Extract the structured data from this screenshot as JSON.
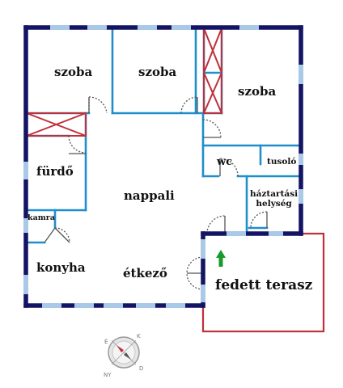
{
  "rooms": {
    "szoba_1": "szoba",
    "szoba_2": "szoba",
    "szoba_3": "szoba",
    "furdo": "fürdő",
    "wc": "wc",
    "tusolo": "tusoló",
    "haztartasi": "háztartási helység",
    "haztartasi_line1": "háztartási",
    "haztartasi_line2": "helység",
    "nappali": "nappali",
    "kamra": "kamra",
    "konyha": "konyha",
    "etkezo": "étkező",
    "terasz": "fedett terasz"
  },
  "compass": {
    "n": "É",
    "s": "D",
    "e": "K",
    "w": "NY"
  },
  "colors": {
    "outer_wall": "#141464",
    "inner_wall": "#1e8fcc",
    "window": "#a9c9e6",
    "shaft": "#c0303a",
    "terrace": "#c0303a",
    "door": "#555555",
    "arrow": "#1a9a2a"
  },
  "icons": [
    "north-arrow-icon",
    "compass-icon"
  ]
}
